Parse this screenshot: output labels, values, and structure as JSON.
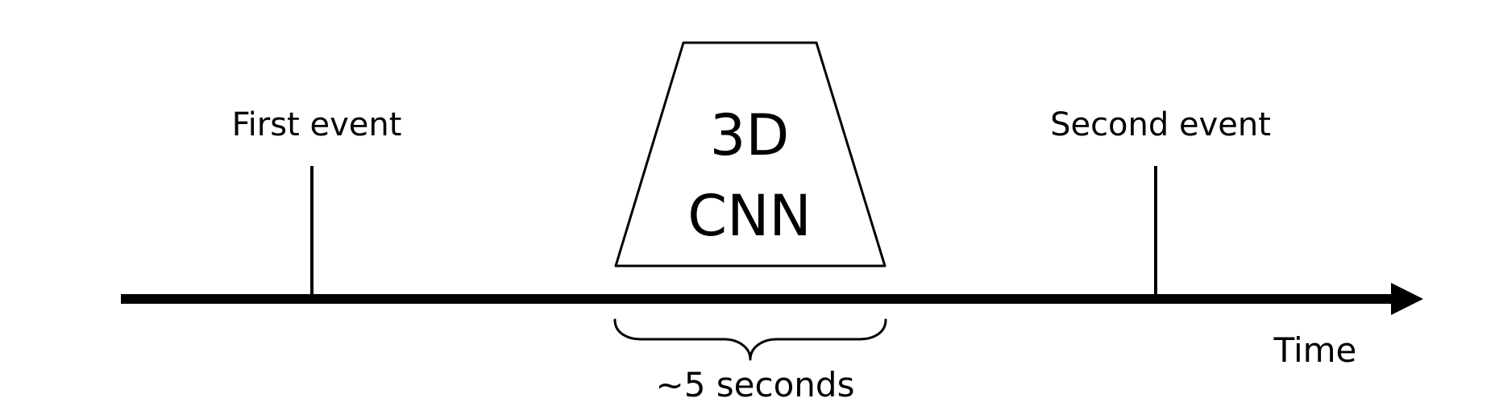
{
  "diagram": {
    "events": [
      {
        "label": "First event"
      },
      {
        "label": "Second event"
      }
    ],
    "model": {
      "line1": "3D",
      "line2": "CNN"
    },
    "window_label": "~5 seconds",
    "axis_label": "Time"
  }
}
